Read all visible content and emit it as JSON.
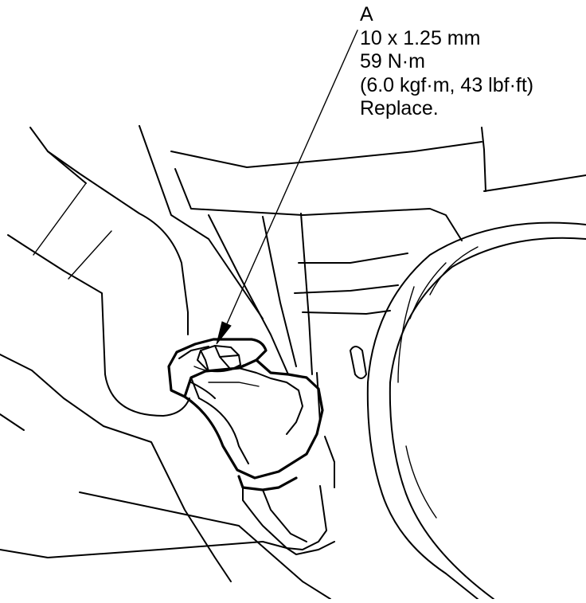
{
  "callout": {
    "letter": "A",
    "size": "10 x 1.25 mm",
    "torque_nm": "59 N·m",
    "torque_alt": "(6.0 kgf·m, 43 lbf·ft)",
    "instruction": "Replace."
  }
}
